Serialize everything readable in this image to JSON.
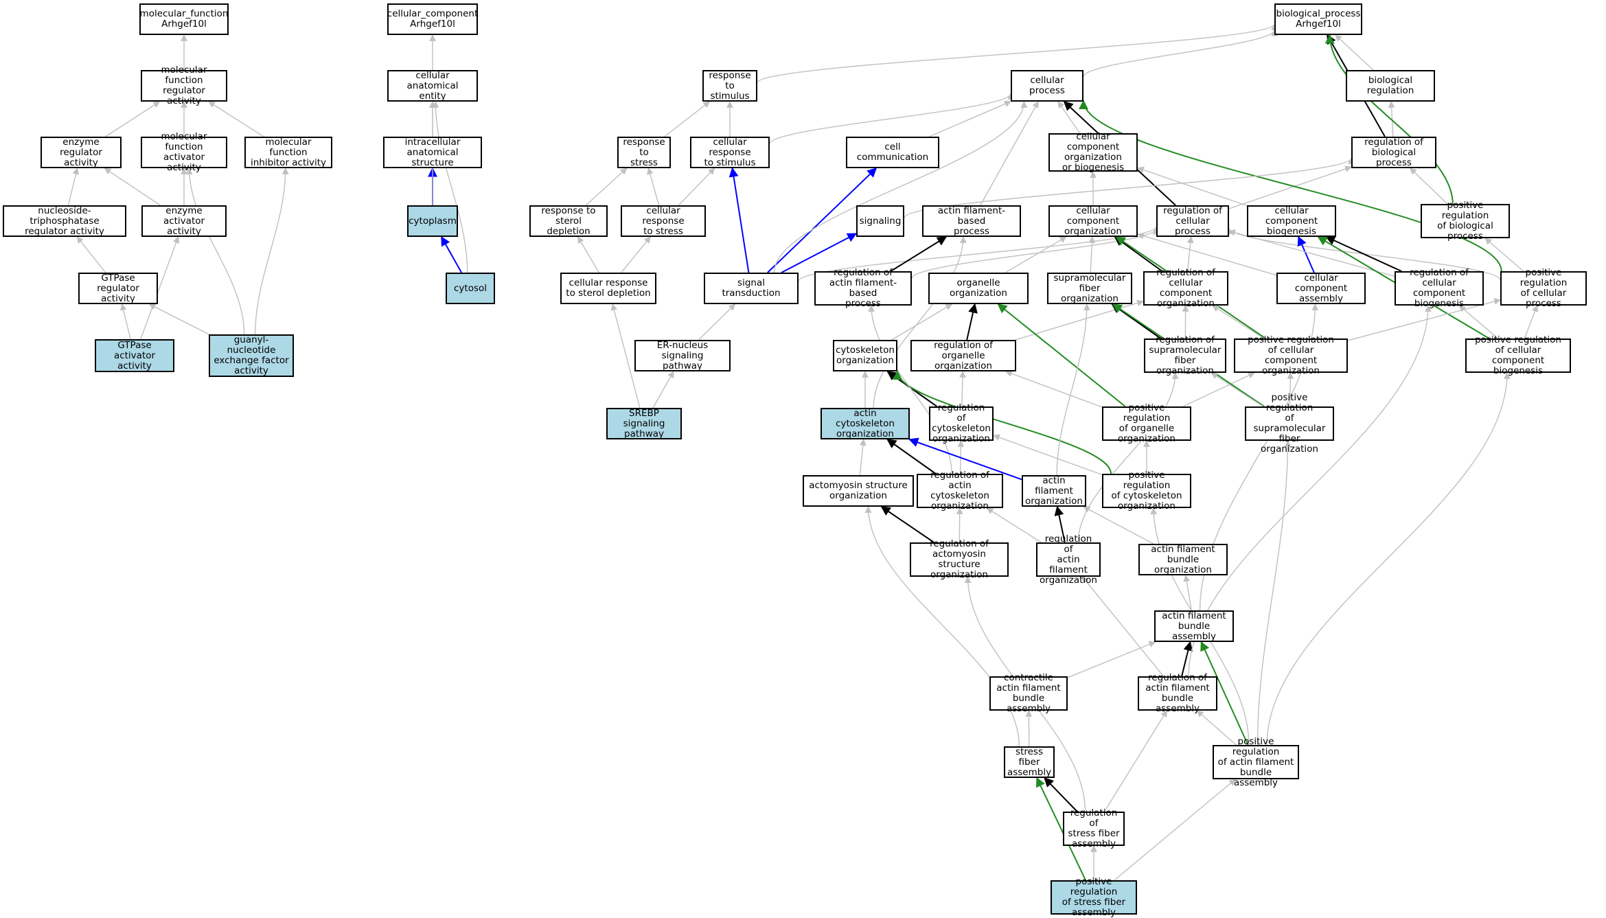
{
  "colors": {
    "gray": "#c0c0c0",
    "black": "#000000",
    "blue": "#0000ff",
    "green": "#228b22",
    "highlight": "#add8e6"
  },
  "nodes": [
    {
      "id": "mf_root",
      "label": "molecular_function\nArhgef10l",
      "hl": false
    },
    {
      "id": "mf_reg",
      "label": "molecular function\nregulator activity",
      "hl": false
    },
    {
      "id": "enz_reg",
      "label": "enzyme regulator\nactivity",
      "hl": false
    },
    {
      "id": "mf_act",
      "label": "molecular function\nactivator activity",
      "hl": false
    },
    {
      "id": "mf_inh",
      "label": "molecular function\ninhibitor activity",
      "hl": false
    },
    {
      "id": "ntp_reg",
      "label": "nucleoside-triphosphatase\nregulator activity",
      "hl": false
    },
    {
      "id": "enz_act",
      "label": "enzyme activator\nactivity",
      "hl": false
    },
    {
      "id": "gtp_reg",
      "label": "GTPase regulator\nactivity",
      "hl": false
    },
    {
      "id": "gtp_act",
      "label": "GTPase activator\nactivity",
      "hl": true
    },
    {
      "id": "gnef",
      "label": "guanyl-nucleotide\nexchange factor\nactivity",
      "hl": true
    },
    {
      "id": "cc_root",
      "label": "cellular_component\nArhgef10l",
      "hl": false
    },
    {
      "id": "cae",
      "label": "cellular anatomical\nentity",
      "hl": false
    },
    {
      "id": "ias",
      "label": "intracellular\nanatomical structure",
      "hl": false
    },
    {
      "id": "cytoplasm",
      "label": "cytoplasm",
      "hl": true
    },
    {
      "id": "cytosol",
      "label": "cytosol",
      "hl": true
    },
    {
      "id": "bp_root",
      "label": "biological_process\nArhgef10l",
      "hl": false
    },
    {
      "id": "resp_stim",
      "label": "response to\nstimulus",
      "hl": false
    },
    {
      "id": "cell_proc",
      "label": "cellular process",
      "hl": false
    },
    {
      "id": "bio_reg",
      "label": "biological regulation",
      "hl": false
    },
    {
      "id": "resp_stress",
      "label": "response to\nstress",
      "hl": false
    },
    {
      "id": "cell_resp_stim",
      "label": "cellular response\nto stimulus",
      "hl": false
    },
    {
      "id": "cell_comm",
      "label": "cell communication",
      "hl": false
    },
    {
      "id": "cco_bio",
      "label": "cellular component\norganization\nor biogenesis",
      "hl": false
    },
    {
      "id": "reg_bio_proc",
      "label": "regulation of\nbiological process",
      "hl": false
    },
    {
      "id": "resp_sterol",
      "label": "response to\nsterol depletion",
      "hl": false
    },
    {
      "id": "cell_resp_stress",
      "label": "cellular response\nto stress",
      "hl": false
    },
    {
      "id": "signaling",
      "label": "signaling",
      "hl": false
    },
    {
      "id": "afbp",
      "label": "actin filament-based\nprocess",
      "hl": false
    },
    {
      "id": "cco",
      "label": "cellular component\norganization",
      "hl": false
    },
    {
      "id": "reg_cell_proc",
      "label": "regulation of\ncellular process",
      "hl": false
    },
    {
      "id": "ccb",
      "label": "cellular component\nbiogenesis",
      "hl": false
    },
    {
      "id": "pos_reg_bio",
      "label": "positive regulation\nof biological\nprocess",
      "hl": false
    },
    {
      "id": "cell_resp_sterol",
      "label": "cellular response\nto sterol depletion",
      "hl": false
    },
    {
      "id": "sig_trans",
      "label": "signal transduction",
      "hl": false
    },
    {
      "id": "reg_afbp",
      "label": "regulation of\nactin filament-based\nprocess",
      "hl": false
    },
    {
      "id": "org_org",
      "label": "organelle organization",
      "hl": false
    },
    {
      "id": "sfo",
      "label": "supramolecular\nfiber organization",
      "hl": false
    },
    {
      "id": "reg_cco",
      "label": "regulation of\ncellular component\norganization",
      "hl": false
    },
    {
      "id": "cca",
      "label": "cellular component\nassembly",
      "hl": false
    },
    {
      "id": "reg_ccb",
      "label": "regulation of\ncellular component\nbiogenesis",
      "hl": false
    },
    {
      "id": "pos_reg_cell",
      "label": "positive regulation\nof cellular\nprocess",
      "hl": false
    },
    {
      "id": "er_nuc",
      "label": "ER-nucleus signaling\npathway",
      "hl": false
    },
    {
      "id": "cyto_org",
      "label": "cytoskeleton\norganization",
      "hl": false
    },
    {
      "id": "reg_org_org",
      "label": "regulation of\norganelle organization",
      "hl": false
    },
    {
      "id": "reg_sfo",
      "label": "regulation of\nsupramolecular\nfiber organization",
      "hl": false
    },
    {
      "id": "pos_reg_cco",
      "label": "positive regulation\nof cellular\ncomponent organization",
      "hl": false
    },
    {
      "id": "pos_reg_ccb",
      "label": "positive regulation\nof cellular\ncomponent biogenesis",
      "hl": false
    },
    {
      "id": "srebp",
      "label": "SREBP signaling\npathway",
      "hl": true
    },
    {
      "id": "aco",
      "label": "actin cytoskeleton\norganization",
      "hl": true
    },
    {
      "id": "reg_cyto_org",
      "label": "regulation of\ncytoskeleton\norganization",
      "hl": false
    },
    {
      "id": "pos_reg_org_org",
      "label": "positive regulation\nof organelle\norganization",
      "hl": false
    },
    {
      "id": "pos_reg_sfo",
      "label": "positive regulation\nof supramolecular\nfiber organization",
      "hl": false
    },
    {
      "id": "amso",
      "label": "actomyosin structure\norganization",
      "hl": false
    },
    {
      "id": "reg_aco",
      "label": "regulation of\nactin cytoskeleton\norganization",
      "hl": false
    },
    {
      "id": "afo",
      "label": "actin filament\norganization",
      "hl": false
    },
    {
      "id": "pos_reg_cyto",
      "label": "positive regulation\nof cytoskeleton\norganization",
      "hl": false
    },
    {
      "id": "reg_amso",
      "label": "regulation of\nactomyosin structure\norganization",
      "hl": false
    },
    {
      "id": "reg_afo",
      "label": "regulation of\nactin filament\norganization",
      "hl": false
    },
    {
      "id": "afbo",
      "label": "actin filament\nbundle organization",
      "hl": false
    },
    {
      "id": "afba",
      "label": "actin filament\nbundle assembly",
      "hl": false
    },
    {
      "id": "cafba",
      "label": "contractile\nactin filament\nbundle assembly",
      "hl": false
    },
    {
      "id": "reg_afba",
      "label": "regulation of\nactin filament\nbundle assembly",
      "hl": false
    },
    {
      "id": "sfa",
      "label": "stress fiber\nassembly",
      "hl": false
    },
    {
      "id": "pos_reg_afba",
      "label": "positive regulation\nof actin filament\nbundle assembly",
      "hl": false
    },
    {
      "id": "reg_sfa",
      "label": "regulation of\nstress fiber\nassembly",
      "hl": false
    },
    {
      "id": "pos_reg_sfa",
      "label": "positive regulation\nof stress fiber\nassembly",
      "hl": true
    }
  ],
  "edges": [
    {
      "from": "mf_reg",
      "to": "mf_root",
      "color": "gray"
    },
    {
      "from": "enz_reg",
      "to": "mf_reg",
      "color": "gray"
    },
    {
      "from": "mf_act",
      "to": "mf_reg",
      "color": "gray"
    },
    {
      "from": "mf_inh",
      "to": "mf_reg",
      "color": "gray"
    },
    {
      "from": "ntp_reg",
      "to": "enz_reg",
      "color": "gray"
    },
    {
      "from": "enz_act",
      "to": "enz_reg",
      "color": "gray"
    },
    {
      "from": "enz_act",
      "to": "mf_act",
      "color": "gray"
    },
    {
      "from": "gtp_reg",
      "to": "ntp_reg",
      "color": "gray"
    },
    {
      "from": "gtp_act",
      "to": "gtp_reg",
      "color": "gray"
    },
    {
      "from": "gtp_act",
      "to": "enz_act",
      "color": "gray"
    },
    {
      "from": "gnef",
      "to": "gtp_reg",
      "color": "gray"
    },
    {
      "from": "gnef",
      "to": "mf_act",
      "color": "gray"
    },
    {
      "from": "gnef",
      "to": "mf_inh",
      "color": "gray"
    },
    {
      "from": "cae",
      "to": "cc_root",
      "color": "gray"
    },
    {
      "from": "ias",
      "to": "cae",
      "color": "gray"
    },
    {
      "from": "cytoplasm",
      "to": "ias",
      "color": "blue"
    },
    {
      "from": "cytoplasm",
      "to": "cae",
      "color": "gray"
    },
    {
      "from": "cytosol",
      "to": "cytoplasm",
      "color": "blue"
    },
    {
      "from": "cytosol",
      "to": "cae",
      "color": "gray"
    },
    {
      "from": "resp_stim",
      "to": "bp_root",
      "color": "gray"
    },
    {
      "from": "cell_proc",
      "to": "bp_root",
      "color": "gray"
    },
    {
      "from": "bio_reg",
      "to": "bp_root",
      "color": "gray"
    },
    {
      "from": "reg_bio_proc",
      "to": "bp_root",
      "color": "black"
    },
    {
      "from": "reg_bio_proc",
      "to": "bio_reg",
      "color": "gray"
    },
    {
      "from": "pos_reg_bio",
      "to": "bp_root",
      "color": "green"
    },
    {
      "from": "pos_reg_bio",
      "to": "reg_bio_proc",
      "color": "gray"
    },
    {
      "from": "resp_stress",
      "to": "resp_stim",
      "color": "gray"
    },
    {
      "from": "cell_resp_stim",
      "to": "resp_stim",
      "color": "gray"
    },
    {
      "from": "cell_resp_stim",
      "to": "cell_proc",
      "color": "gray"
    },
    {
      "from": "cell_comm",
      "to": "cell_proc",
      "color": "gray"
    },
    {
      "from": "cco_bio",
      "to": "cell_proc",
      "color": "gray"
    },
    {
      "from": "afbp",
      "to": "cell_proc",
      "color": "gray"
    },
    {
      "from": "reg_cell_proc",
      "to": "cell_proc",
      "color": "black"
    },
    {
      "from": "reg_cell_proc",
      "to": "reg_bio_proc",
      "color": "gray"
    },
    {
      "from": "pos_reg_cell",
      "to": "cell_proc",
      "color": "green"
    },
    {
      "from": "pos_reg_cell",
      "to": "reg_cell_proc",
      "color": "gray"
    },
    {
      "from": "pos_reg_cell",
      "to": "pos_reg_bio",
      "color": "gray"
    },
    {
      "from": "resp_sterol",
      "to": "resp_stress",
      "color": "gray"
    },
    {
      "from": "cell_resp_stress",
      "to": "resp_stress",
      "color": "gray"
    },
    {
      "from": "cell_resp_stress",
      "to": "cell_resp_stim",
      "color": "gray"
    },
    {
      "from": "cell_resp_sterol",
      "to": "resp_sterol",
      "color": "gray"
    },
    {
      "from": "cell_resp_sterol",
      "to": "cell_resp_stress",
      "color": "gray"
    },
    {
      "from": "signaling",
      "to": "reg_bio_proc",
      "color": "gray"
    },
    {
      "from": "sig_trans",
      "to": "signaling",
      "color": "blue"
    },
    {
      "from": "sig_trans",
      "to": "cell_comm",
      "color": "blue"
    },
    {
      "from": "sig_trans",
      "to": "cell_resp_stim",
      "color": "blue"
    },
    {
      "from": "sig_trans",
      "to": "cell_proc",
      "color": "gray"
    },
    {
      "from": "sig_trans",
      "to": "reg_cell_proc",
      "color": "gray"
    },
    {
      "from": "er_nuc",
      "to": "sig_trans",
      "color": "gray"
    },
    {
      "from": "srebp",
      "to": "er_nuc",
      "color": "gray"
    },
    {
      "from": "srebp",
      "to": "cell_resp_sterol",
      "color": "gray"
    },
    {
      "from": "cco",
      "to": "cco_bio",
      "color": "gray"
    },
    {
      "from": "ccb",
      "to": "cco_bio",
      "color": "gray"
    },
    {
      "from": "reg_afbp",
      "to": "afbp",
      "color": "black"
    },
    {
      "from": "reg_afbp",
      "to": "reg_cell_proc",
      "color": "gray"
    },
    {
      "from": "org_org",
      "to": "cco",
      "color": "gray"
    },
    {
      "from": "sfo",
      "to": "cco",
      "color": "gray"
    },
    {
      "from": "reg_cco",
      "to": "cco",
      "color": "black"
    },
    {
      "from": "reg_cco",
      "to": "reg_cell_proc",
      "color": "gray"
    },
    {
      "from": "cca",
      "to": "cco",
      "color": "gray"
    },
    {
      "from": "cca",
      "to": "ccb",
      "color": "blue"
    },
    {
      "from": "reg_ccb",
      "to": "ccb",
      "color": "black"
    },
    {
      "from": "reg_ccb",
      "to": "reg_cell_proc",
      "color": "gray"
    },
    {
      "from": "pos_reg_ccb",
      "to": "ccb",
      "color": "green"
    },
    {
      "from": "pos_reg_ccb",
      "to": "reg_ccb",
      "color": "gray"
    },
    {
      "from": "pos_reg_ccb",
      "to": "pos_reg_cell",
      "color": "gray"
    },
    {
      "from": "pos_reg_cco",
      "to": "cco",
      "color": "green"
    },
    {
      "from": "pos_reg_cco",
      "to": "reg_cco",
      "color": "gray"
    },
    {
      "from": "pos_reg_cco",
      "to": "pos_reg_cell",
      "color": "gray"
    },
    {
      "from": "cyto_org",
      "to": "org_org",
      "color": "gray"
    },
    {
      "from": "reg_org_org",
      "to": "org_org",
      "color": "black"
    },
    {
      "from": "reg_org_org",
      "to": "reg_cco",
      "color": "gray"
    },
    {
      "from": "reg_sfo",
      "to": "sfo",
      "color": "black"
    },
    {
      "from": "reg_sfo",
      "to": "reg_cco",
      "color": "gray"
    },
    {
      "from": "pos_reg_org_org",
      "to": "org_org",
      "color": "green"
    },
    {
      "from": "pos_reg_org_org",
      "to": "reg_org_org",
      "color": "gray"
    },
    {
      "from": "pos_reg_org_org",
      "to": "pos_reg_cco",
      "color": "gray"
    },
    {
      "from": "pos_reg_sfo",
      "to": "sfo",
      "color": "green"
    },
    {
      "from": "pos_reg_sfo",
      "to": "reg_sfo",
      "color": "gray"
    },
    {
      "from": "pos_reg_sfo",
      "to": "pos_reg_cco",
      "color": "gray"
    },
    {
      "from": "aco",
      "to": "cyto_org",
      "color": "gray"
    },
    {
      "from": "aco",
      "to": "afbp",
      "color": "gray"
    },
    {
      "from": "reg_cyto_org",
      "to": "cyto_org",
      "color": "black"
    },
    {
      "from": "reg_cyto_org",
      "to": "reg_org_org",
      "color": "gray"
    },
    {
      "from": "pos_reg_cyto",
      "to": "cyto_org",
      "color": "green"
    },
    {
      "from": "pos_reg_cyto",
      "to": "reg_cyto_org",
      "color": "gray"
    },
    {
      "from": "pos_reg_cyto",
      "to": "pos_reg_org_org",
      "color": "gray"
    },
    {
      "from": "amso",
      "to": "aco",
      "color": "gray"
    },
    {
      "from": "reg_aco",
      "to": "aco",
      "color": "black"
    },
    {
      "from": "reg_aco",
      "to": "reg_cyto_org",
      "color": "gray"
    },
    {
      "from": "reg_aco",
      "to": "reg_afbp",
      "color": "gray"
    },
    {
      "from": "afo",
      "to": "aco",
      "color": "blue"
    },
    {
      "from": "afo",
      "to": "sfo",
      "color": "gray"
    },
    {
      "from": "reg_amso",
      "to": "amso",
      "color": "black"
    },
    {
      "from": "reg_amso",
      "to": "reg_aco",
      "color": "gray"
    },
    {
      "from": "reg_afo",
      "to": "afo",
      "color": "black"
    },
    {
      "from": "reg_afo",
      "to": "reg_aco",
      "color": "gray"
    },
    {
      "from": "reg_afo",
      "to": "reg_sfo",
      "color": "gray"
    },
    {
      "from": "afbo",
      "to": "afo",
      "color": "gray"
    },
    {
      "from": "afba",
      "to": "afbo",
      "color": "gray"
    },
    {
      "from": "afba",
      "to": "cca",
      "color": "gray"
    },
    {
      "from": "cafba",
      "to": "afba",
      "color": "gray"
    },
    {
      "from": "reg_afba",
      "to": "afba",
      "color": "black"
    },
    {
      "from": "reg_afba",
      "to": "reg_afo",
      "color": "gray"
    },
    {
      "from": "reg_afba",
      "to": "reg_ccb",
      "color": "gray"
    },
    {
      "from": "sfa",
      "to": "cafba",
      "color": "gray"
    },
    {
      "from": "sfa",
      "to": "amso",
      "color": "gray"
    },
    {
      "from": "pos_reg_afba",
      "to": "afba",
      "color": "green"
    },
    {
      "from": "pos_reg_afba",
      "to": "reg_afba",
      "color": "gray"
    },
    {
      "from": "pos_reg_afba",
      "to": "pos_reg_cyto",
      "color": "gray"
    },
    {
      "from": "pos_reg_afba",
      "to": "pos_reg_sfo",
      "color": "gray"
    },
    {
      "from": "pos_reg_afba",
      "to": "pos_reg_ccb",
      "color": "gray"
    },
    {
      "from": "reg_sfa",
      "to": "sfa",
      "color": "black"
    },
    {
      "from": "reg_sfa",
      "to": "reg_afba",
      "color": "gray"
    },
    {
      "from": "reg_sfa",
      "to": "reg_amso",
      "color": "gray"
    },
    {
      "from": "pos_reg_sfa",
      "to": "sfa",
      "color": "green"
    },
    {
      "from": "pos_reg_sfa",
      "to": "reg_sfa",
      "color": "gray"
    },
    {
      "from": "pos_reg_sfa",
      "to": "pos_reg_afba",
      "color": "gray"
    }
  ]
}
